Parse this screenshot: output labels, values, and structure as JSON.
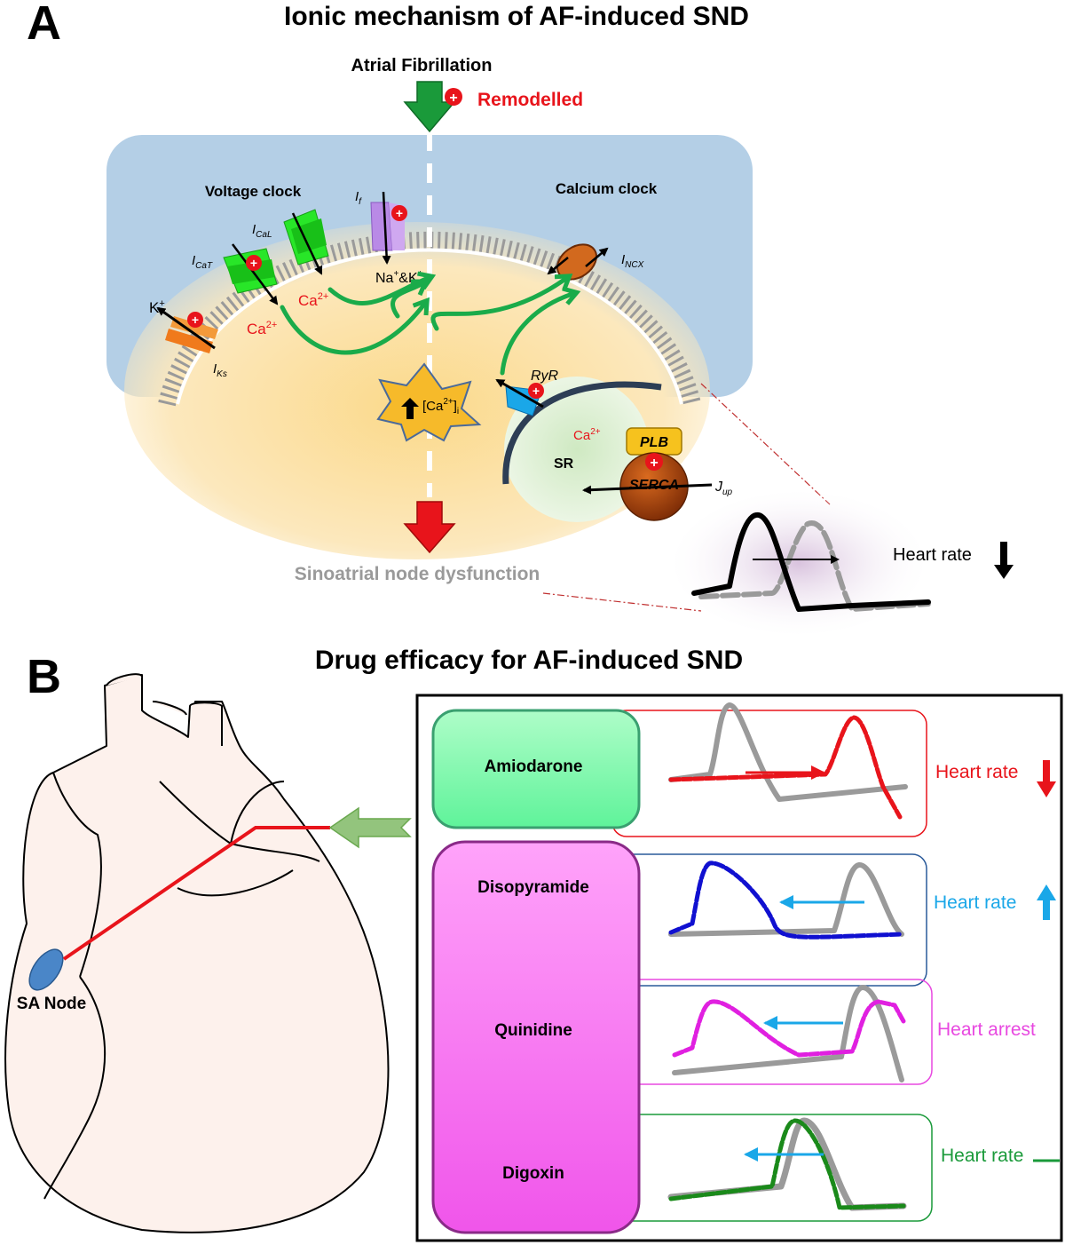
{
  "panel_a": {
    "letter": "A",
    "title": "Ionic mechanism of AF-induced SND",
    "input_label": "Atrial Fibrillation",
    "remodelled_label": "Remodelled",
    "voltage_clock": "Voltage clock",
    "calcium_clock": "Calcium clock",
    "currents": {
      "if": {
        "main": "I",
        "sub": "f"
      },
      "ical": {
        "main": "I",
        "sub": "CaL"
      },
      "icat": {
        "main": "I",
        "sub": "CaT"
      },
      "iks": {
        "main": "I",
        "sub": "Ks"
      },
      "incx": {
        "main": "I",
        "sub": "NCX"
      },
      "jup": {
        "main": "J",
        "sub": "up"
      }
    },
    "ions": {
      "k": "K",
      "k_sup": "+",
      "ca": "Ca",
      "ca_sup": "2+",
      "na_k": "Na",
      "na_sup": "+",
      "amp_k": "&K",
      "k_sup2": "+",
      "cai_open": "[Ca",
      "cai_sup": "2+",
      "cai_close": "]",
      "cai_sub": "i"
    },
    "ryr": "RyR",
    "sr": "SR",
    "plb": "PLB",
    "serca": "SERCA",
    "plus": "+",
    "outcome": "Sinoatrial node dysfunction",
    "heart_rate": "Heart rate"
  },
  "panel_b": {
    "letter": "B",
    "title": "Drug efficacy for AF-induced SND",
    "sa_node": "SA Node",
    "drugs": [
      {
        "name": "Amiodarone",
        "effect": "Heart rate",
        "effect_color": "#e8141b",
        "trace_color": "#e8141b",
        "direction": "down"
      },
      {
        "name": "Disopyramide",
        "effect": "Heart rate",
        "effect_color": "#1aa7e8",
        "trace_color": "#1010d0",
        "direction": "up"
      },
      {
        "name": "Quinidine",
        "effect": "Heart arrest",
        "effect_color": "#e848e0",
        "trace_color": "#e020e0",
        "direction": "none"
      },
      {
        "name": "Digoxin",
        "effect": "Heart rate",
        "effect_color": "#1a9a3a",
        "trace_color": "#1a8a1a",
        "direction": "flat"
      }
    ]
  },
  "colors": {
    "cell_bg": "#b4cfe6",
    "cytosol": "#fbe0a0",
    "green_arrow": "#1aab4a",
    "remodelled_red": "#e8141b",
    "amiodarone_box": "#7dfcaa",
    "pink_box": "#ff6ef5",
    "heart_fill": "#fdf1ec"
  }
}
